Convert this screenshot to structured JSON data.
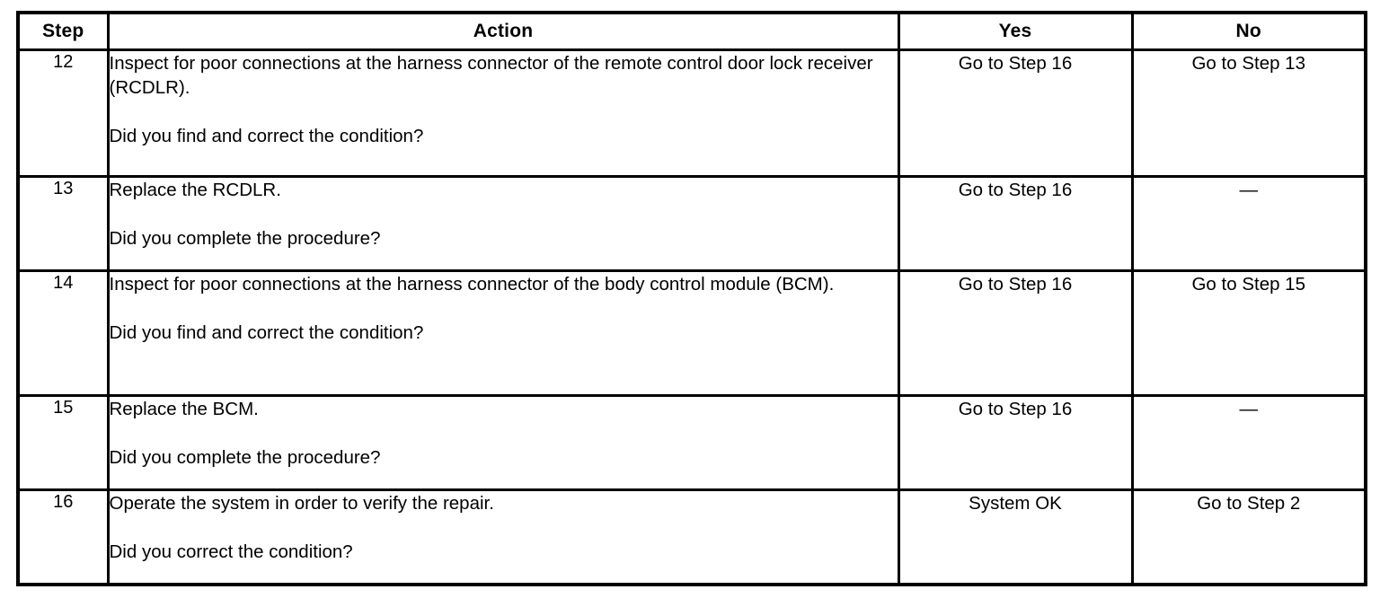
{
  "table": {
    "columns": [
      {
        "key": "step",
        "label": "Step"
      },
      {
        "key": "action",
        "label": "Action"
      },
      {
        "key": "yes",
        "label": "Yes"
      },
      {
        "key": "no",
        "label": "No"
      }
    ],
    "rows": [
      {
        "step": "12",
        "action_main": "Inspect for poor connections at the harness connector of the remote control door lock receiver (RCDLR).",
        "action_question": "Did you find and correct the condition?",
        "yes": "Go to Step 16",
        "no": "Go to Step 13"
      },
      {
        "step": "13",
        "action_main": "Replace the RCDLR.",
        "action_question": "Did you complete the procedure?",
        "yes": "Go to Step 16",
        "no": "—"
      },
      {
        "step": "14",
        "action_main": "Inspect for poor connections at the harness connector of the body control module (BCM).",
        "action_question": "Did you find and correct the condition?",
        "yes": "Go to Step 16",
        "no": "Go to Step 15"
      },
      {
        "step": "15",
        "action_main": "Replace the BCM.",
        "action_question": "Did you complete the procedure?",
        "yes": "Go to Step 16",
        "no": "—"
      },
      {
        "step": "16",
        "action_main": "Operate the system in order to verify the repair.",
        "action_question": "Did you correct the condition?",
        "yes": "System OK",
        "no": "Go to Step 2"
      }
    ]
  },
  "style": {
    "border_color": "#000000",
    "text_color": "#000000",
    "background": "#ffffff"
  }
}
